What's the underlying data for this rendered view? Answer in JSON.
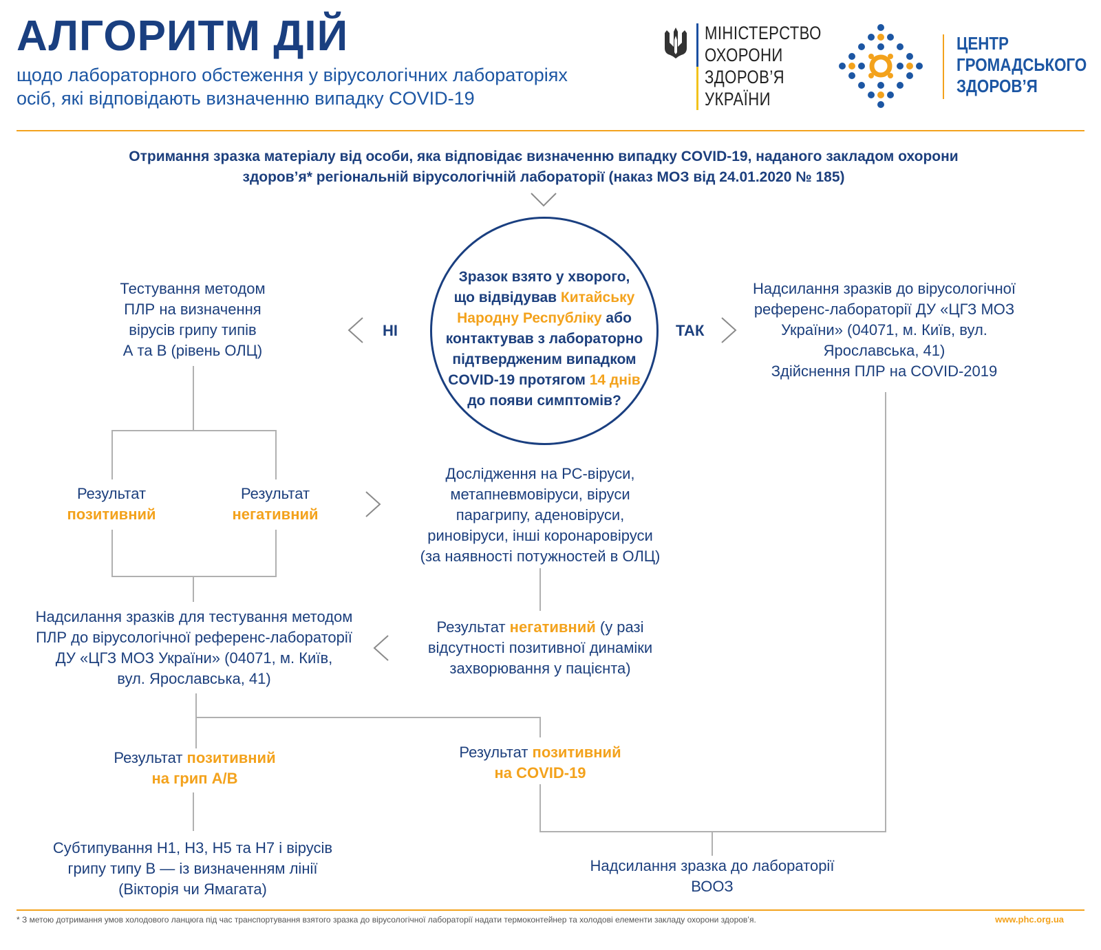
{
  "header": {
    "title": "АЛГОРИТМ ДІЙ",
    "subtitle_line1": "щодо лабораторного обстеження у вірусологічних лабораторіях",
    "subtitle_line2": "осіб, які відповідають визначенню випадку COVID-19"
  },
  "logos": {
    "moz_line1": "МІНІСТЕРСТВО",
    "moz_line2": "ОХОРОНИ",
    "moz_line3": "ЗДОРОВ’Я",
    "moz_line4": "УКРАЇНИ",
    "phc_line1": "ЦЕНТР",
    "phc_line2": "ГРОМАДСЬКОГО",
    "phc_line3": "ЗДОРОВ’Я"
  },
  "intro": {
    "line1": "Отримання зразка матеріалу від особи, яка відповідає визначенню випадку COVID-19, наданого закладом охорони",
    "line2": "здоров’я* регіональній вірусологічній лабораторії (наказ МОЗ від 24.01.2020 № 185)"
  },
  "question": {
    "p1": "Зразок взято у хворого,",
    "p2": "що відвідував ",
    "p2_hl": "Китайську",
    "p3_hl": "Народну Республіку",
    "p3": " або",
    "p4": "контактував з лабораторно",
    "p5": "підтвердженим випадком",
    "p6": "COVID-19 протягом ",
    "p6_hl": "14 днів",
    "p7": "до появи симптомів?"
  },
  "branches": {
    "no": "НІ",
    "yes": "ТАК"
  },
  "left_test": {
    "l1": "Тестування методом",
    "l2": "ПЛР на визначення",
    "l3": "вірусів грипу типів",
    "l4": "А та В (рівень ОЛЦ)"
  },
  "right_send": {
    "l1": "Надсилання зразків до вірусологічної",
    "l2": "референс-лабораторії ДУ «ЦГЗ МОЗ",
    "l3": "України» (04071, м. Київ, вул.",
    "l4": "Ярославська, 41)",
    "l5": "Здійснення ПЛР на COVID-2019"
  },
  "result_pos": {
    "label": "Результат",
    "value": "позитивний"
  },
  "result_neg": {
    "label": "Результат",
    "value": "негативний"
  },
  "research": {
    "l1": "Дослідження на РС-віруси,",
    "l2": "метапневмовіруси, віруси",
    "l3": "парагрипу, аденовіруси,",
    "l4": "риновіруси, інші коронаровіруси",
    "l5": "(за наявності потужностей в ОЛЦ)"
  },
  "send_ref": {
    "l1": "Надсилання зразків для тестування методом",
    "l2": "ПЛР до вірусологічної референс-лабораторії",
    "l3": "ДУ «ЦГЗ МОЗ України» (04071, м. Київ,",
    "l4": "вул. Ярославська, 41)"
  },
  "result_neg2": {
    "a": "Результат ",
    "hl": "негативний",
    "b": " (у разі",
    "l2": "відсутності позитивної динаміки",
    "l3": "захворювання у пацієнта)"
  },
  "result_flu": {
    "a": "Результат ",
    "hl1": "позитивний",
    "hl2": "на грип А/В"
  },
  "result_covid": {
    "a": "Результат ",
    "hl1": "позитивний",
    "hl2": "на COVID-19"
  },
  "subtyping": {
    "l1": "Субтипування H1, H3, H5 та H7 і вірусів",
    "l2": "грипу типу В — із визначенням лінії",
    "l3": "(Вікторія чи Ямагата)"
  },
  "who": {
    "l1": "Надсилання зразка до лабораторії",
    "l2": "ВООЗ"
  },
  "footer": {
    "note": "* З метою дотримання умов холодового ланцюга під час транспортування взятого зразка до вірусологічної лабораторії надати термоконтейнер та холодові елементи закладу охорони здоров’я.",
    "url": "www.phc.org.ua"
  },
  "colors": {
    "navy": "#1c3f7d",
    "orange": "#f3a21c",
    "connector": "#b0b0b0"
  }
}
